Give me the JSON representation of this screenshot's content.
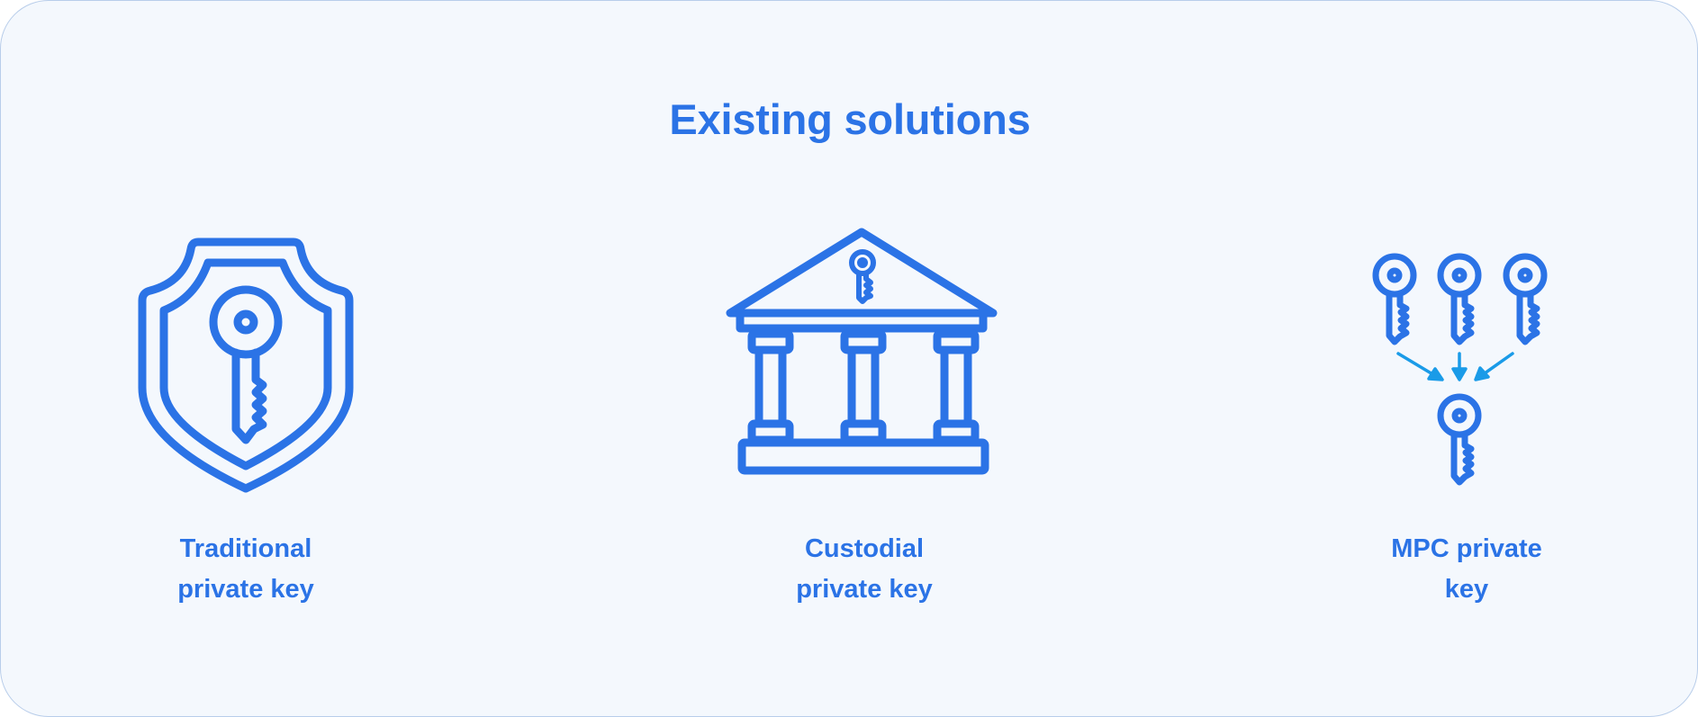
{
  "title": "Existing solutions",
  "colors": {
    "accent": "#2b73e6",
    "arrow": "#1a9be8",
    "background": "#f4f8fd",
    "border": "#b8cdea"
  },
  "solutions": [
    {
      "icon": "shield-key-icon",
      "label_line1": "Traditional",
      "label_line2": "private key"
    },
    {
      "icon": "bank-key-icon",
      "label_line1": "Custodial",
      "label_line2": "private key"
    },
    {
      "icon": "mpc-keys-icon",
      "label_line1": "MPC private",
      "label_line2": "key"
    }
  ]
}
